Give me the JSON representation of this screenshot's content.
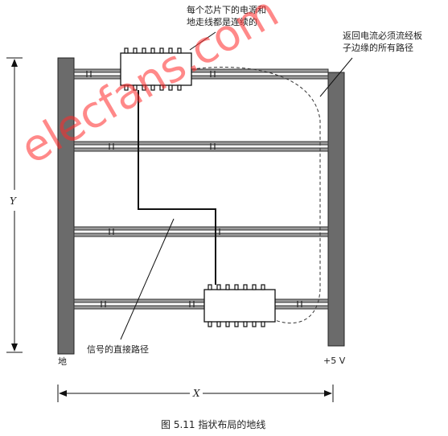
{
  "labels": {
    "top_note_line1": "每个芯片下的电源和",
    "top_note_line2": "地走线都是连续的",
    "right_note_line1": "返回电流必须流经板",
    "right_note_line2": "子边缘的所有路径",
    "signal_path": "信号的直接路径",
    "ground": "地",
    "power": "+5 V",
    "y_dim": "Y",
    "x_dim": "X",
    "caption": "图 5.11    指状布局的地线"
  },
  "watermark": "elecfans.com",
  "colors": {
    "rail": "#6b6b6b",
    "trace": "#555555",
    "line": "#111111",
    "watermark": "#ff2a2a"
  }
}
